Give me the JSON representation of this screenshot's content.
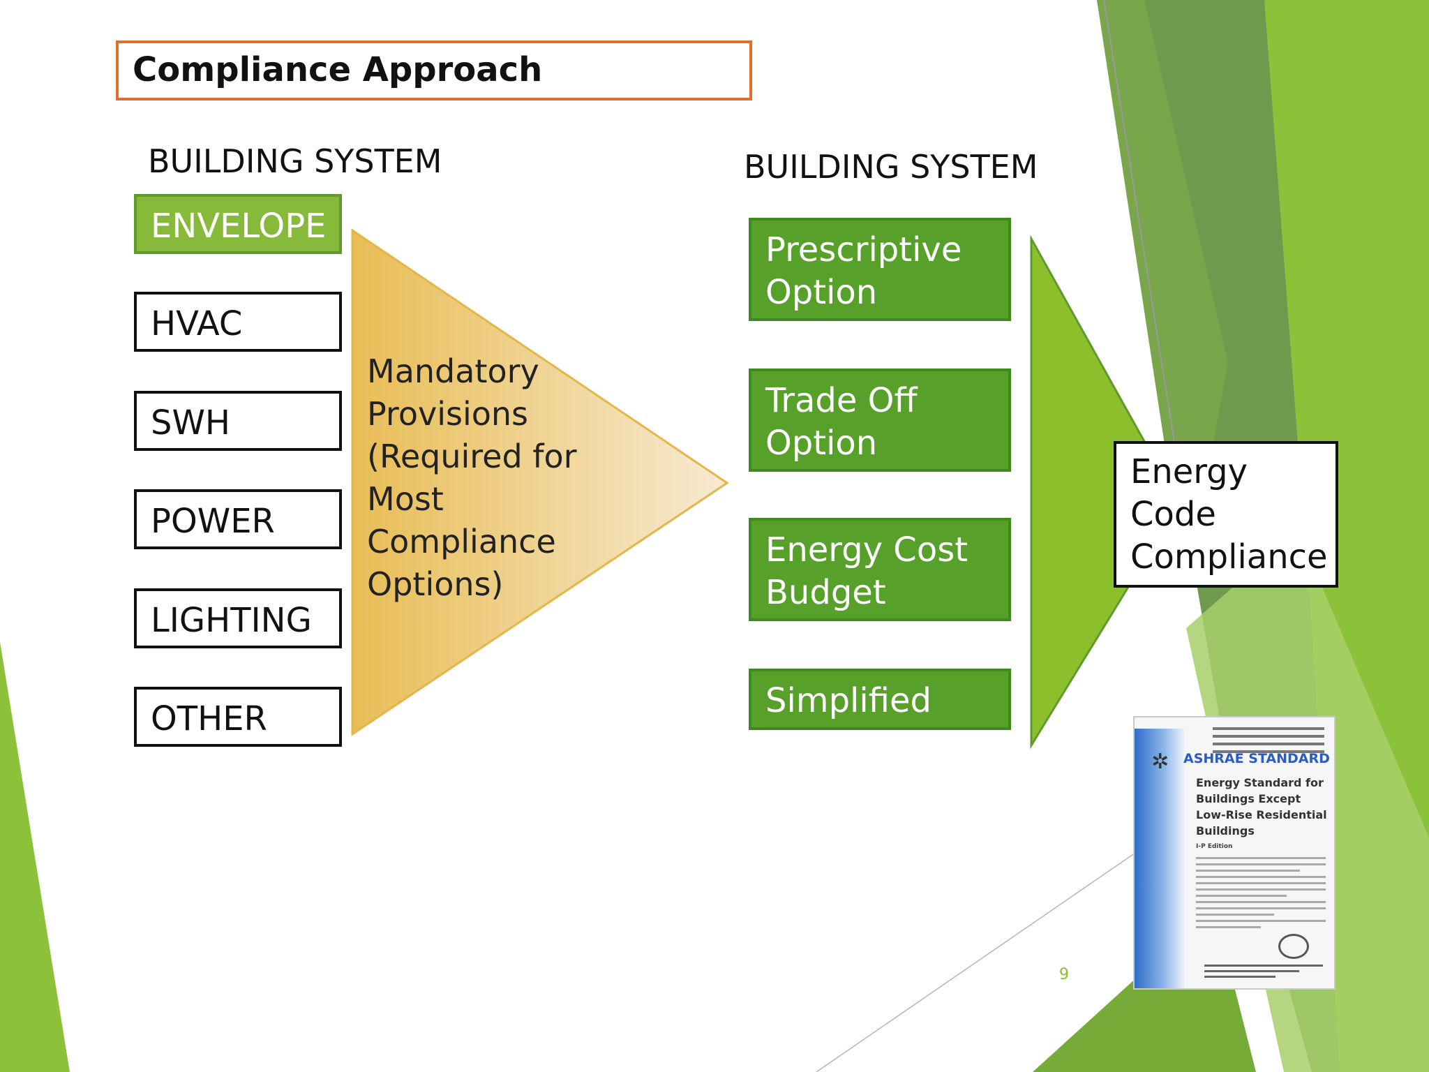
{
  "slide": {
    "title": "Compliance Approach",
    "page_number": "9"
  },
  "left_column": {
    "heading": "BUILDING SYSTEM",
    "items": [
      {
        "label": "ENVELOPE",
        "active": true
      },
      {
        "label": "HVAC"
      },
      {
        "label": "SWH"
      },
      {
        "label": "POWER"
      },
      {
        "label": "LIGHTING"
      },
      {
        "label": "OTHER"
      }
    ]
  },
  "mandatory": {
    "text": "Mandatory Provisions (Required for Most Compliance Options)"
  },
  "right_column": {
    "heading": "BUILDING SYSTEM",
    "options": [
      {
        "label": "Prescriptive Option"
      },
      {
        "label": "Trade Off Option"
      },
      {
        "label": "Energy Cost Budget"
      },
      {
        "label": "Simplified"
      }
    ]
  },
  "result": {
    "label": "Energy Code Compliance"
  },
  "cover": {
    "header": "ASHRAE STANDARD",
    "title": "Energy Standard for\nBuildings Except\nLow-Rise Residential\nBuildings",
    "edition": "I-P Edition"
  },
  "colors": {
    "accent_orange": "#e26f2a",
    "option_green": "#57a02a",
    "envelope_green": "#87b93b",
    "arrow_green": "#8cbf2c",
    "mandatory_gold": "#e8bd55"
  }
}
